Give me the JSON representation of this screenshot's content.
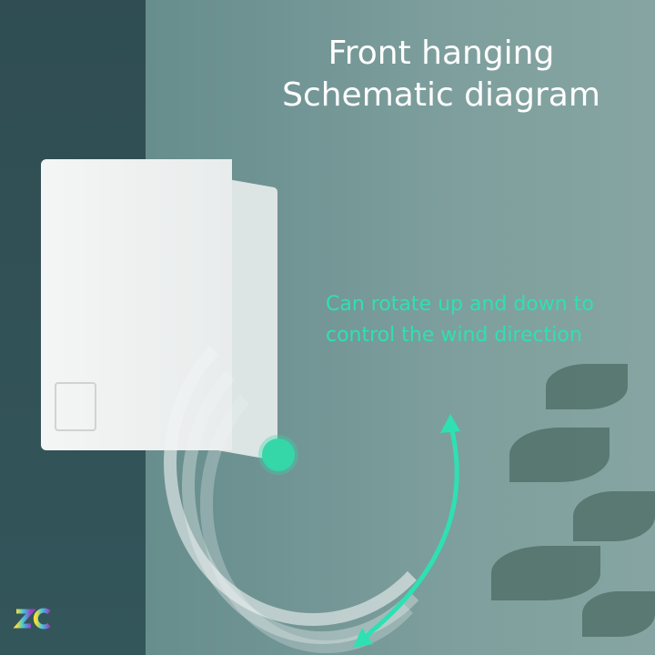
{
  "title": {
    "line1": "Front hanging",
    "line2": "Schematic diagram"
  },
  "annotation": {
    "line1": "Can rotate up and down to",
    "line2": "control the wind direction"
  },
  "colors": {
    "accent": "#2fe0b3",
    "wall_dark": "#2f4d52",
    "wall_light": "#7e9f9d"
  },
  "logo": {
    "text": "ZC"
  }
}
